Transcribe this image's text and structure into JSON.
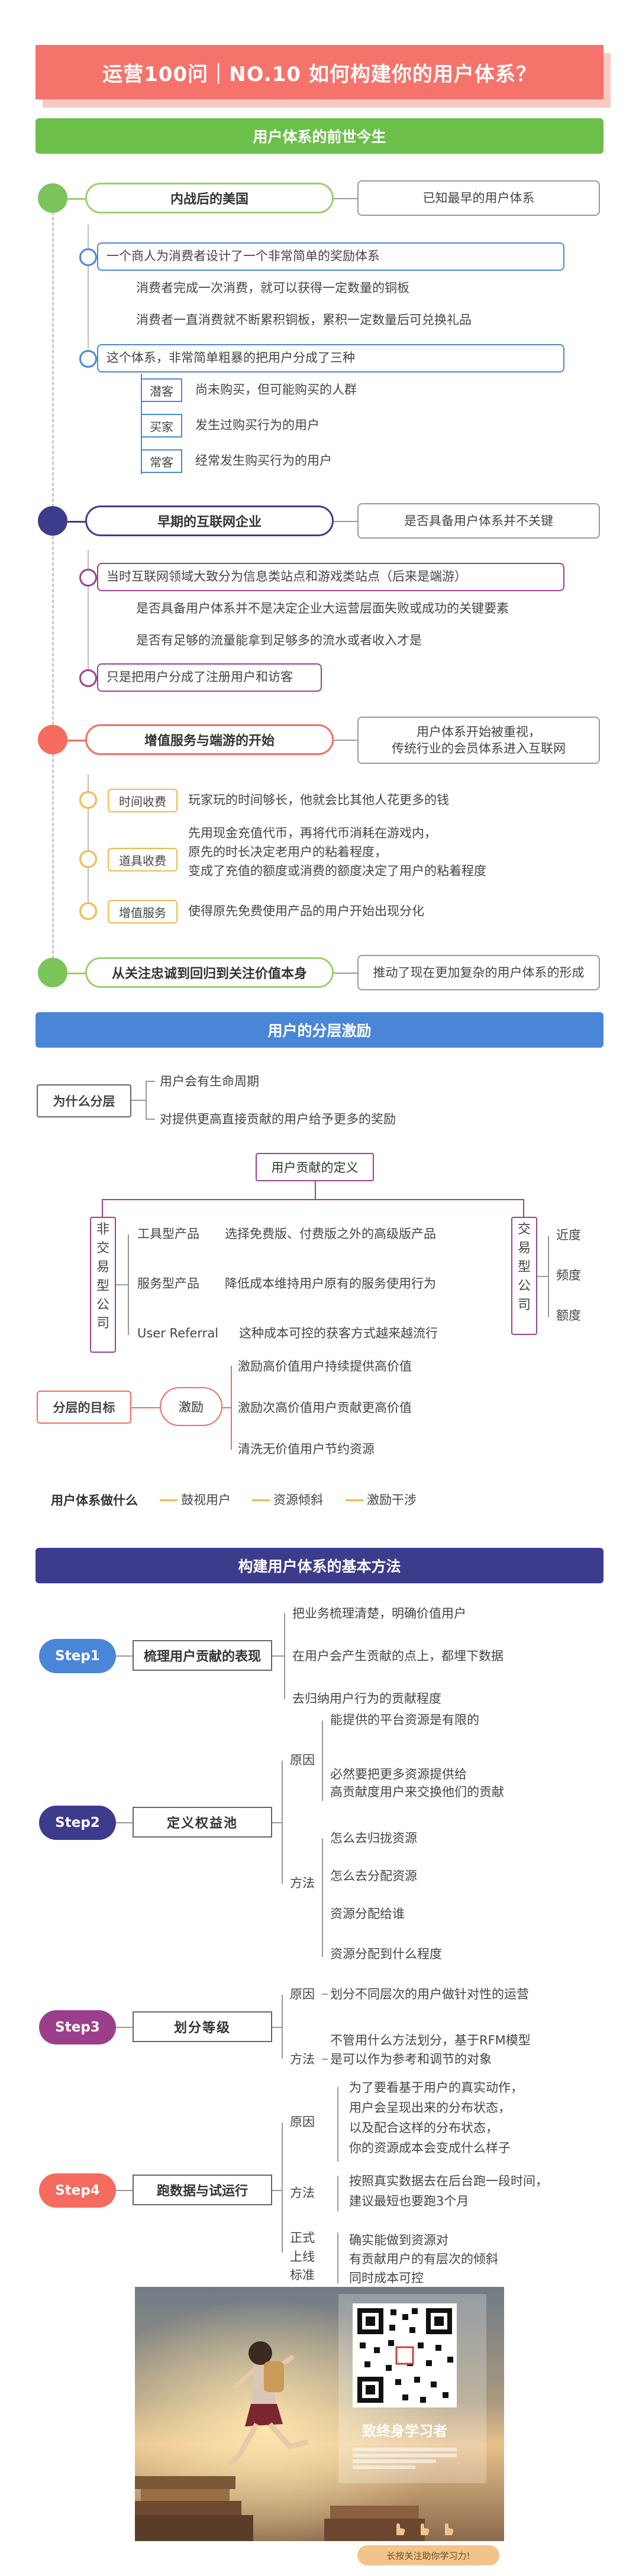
{
  "title": "运营100问｜NO.10  如何构建你的用户体系？",
  "section1": {
    "bar": "用户体系的前世今生",
    "bar_color": "#6dbf4b",
    "era1": {
      "label": "内战后的美国",
      "note": "已知最早的用户体系",
      "color": "#7bc45a"
    },
    "era1_items": [
      "一个商人为消费者设计了一个非常简单的奖励体系",
      "消费者完成一次消费，就可以获得一定数量的铜板",
      "消费者一直消费就不断累积铜板，累积一定数量后可兑换礼品",
      "这个体系，非常简单粗暴的把用户分成了三种"
    ],
    "era1_types": [
      {
        "tag": "潜客",
        "desc": "尚未购买，但可能购买的人群"
      },
      {
        "tag": "买家",
        "desc": "发生过购买行为的用户"
      },
      {
        "tag": "常客",
        "desc": "经常发生购买行为的用户"
      }
    ],
    "era2": {
      "label": "早期的互联网企业",
      "note": "是否具备用户体系并不关键",
      "color": "#3d3b8c"
    },
    "era2_items": [
      "当时互联网领域大致分为信息类站点和游戏类站点（后来是端游）",
      "是否具备用户体系并不是决定企业大运营层面失败或成功的关键要素",
      "是否有足够的流量能拿到足够多的流水或者收入才是",
      "只是把用户分成了注册用户和访客"
    ],
    "era3": {
      "label": "增值服务与端游的开始",
      "note_line1": "用户体系开始被重视，",
      "note_line2": "传统行业的会员体系进入互联网",
      "color": "#f56b5e"
    },
    "era3_items": [
      {
        "tag": "时间收费",
        "lines": [
          "玩家玩的时间够长，他就会比其他人花更多的钱"
        ]
      },
      {
        "tag": "道具收费",
        "lines": [
          "先用现金充值代币，再将代币消耗在游戏内，",
          "原先的时长决定老用户的粘着程度，",
          "变成了充值的额度或消费的额度决定了用户的粘着程度"
        ]
      },
      {
        "tag": "增值服务",
        "lines": [
          "使得原先免费使用产品的用户开始出现分化"
        ]
      }
    ],
    "era4": {
      "label": "从关注忠诚到回归到关注价值本身",
      "note": "推动了现在更加复杂的用户体系的形成",
      "color": "#7bc45a"
    }
  },
  "section2": {
    "bar": "用户的分层激励",
    "bar_color": "#4a86d8",
    "why": {
      "label": "为什么分层",
      "items": [
        "用户会有生命周期",
        "对提供更高直接贡献的用户给予更多的奖励"
      ]
    },
    "contribution": "用户贡献的定义",
    "non_trade": "非交易型公司",
    "non_trade_items": [
      {
        "tag": "工具型产品",
        "desc": "选择免费版、付费版之外的高级版产品"
      },
      {
        "tag": "服务型产品",
        "desc": "降低成本维持用户原有的服务使用行为"
      },
      {
        "tag": "User Referral",
        "desc": "这种成本可控的获客方式越来越流行"
      }
    ],
    "trade": "交易型公司",
    "trade_items": [
      "近度",
      "频度",
      "额度"
    ],
    "goal": {
      "label": "分层的目标",
      "center": "激励",
      "items": [
        "激励高价值用户持续提供高价值",
        "激励次高价值用户贡献更高价值",
        "清洗无价值用户节约资源"
      ]
    },
    "todo": {
      "label": "用户体系做什么",
      "items": [
        "鼓视用户",
        "资源倾斜",
        "激励干涉"
      ]
    }
  },
  "section3": {
    "bar": "构建用户体系的基本方法",
    "bar_color": "#3d3b8c",
    "steps": [
      {
        "step": "Step1",
        "title": "梳理用户贡献的表现",
        "color": "#4a86d8",
        "items": [
          "把业务梳理清楚，明确价值用户",
          "在用户会产生贡献的点上，都埋下数据",
          "去归纳用户行为的贡献程度"
        ]
      },
      {
        "step": "Step2",
        "title": "定义权益池",
        "color": "#3d3b8c",
        "reason_label": "原因",
        "reason": [
          "能提供的平台资源是有限的",
          "必然要把更多资源提供给",
          "高贡献度用户来交换他们的贡献"
        ],
        "method_label": "方法",
        "method": [
          "怎么去归拢资源",
          "怎么去分配资源",
          "资源分配给谁",
          "资源分配到什么程度"
        ]
      },
      {
        "step": "Step3",
        "title": "划分等级",
        "color": "#9b3f8c",
        "reason_label": "原因",
        "reason": [
          "划分不同层次的用户做针对性的运营"
        ],
        "method_label": "方法",
        "method": [
          "不管用什么方法划分，基于RFM模型",
          "是可以作为参考和调节的对象"
        ]
      },
      {
        "step": "Step4",
        "title": "跑数据与试运行",
        "color": "#f56b5e",
        "reason_label": "原因",
        "reason": [
          "为了要看基于用户的真实动作，",
          "用户会呈现出来的分布状态，",
          "以及配合这样的分布状态，",
          "你的资源成本会变成什么样子"
        ],
        "method_label": "方法",
        "method": [
          "按照真实数据去在后台跑一段时间，",
          "建议最短也要跑3个月"
        ],
        "launch_label": "正式上线标准",
        "launch": [
          "确实能做到资源对",
          "有贡献用户的有层次的倾斜",
          "同时成本可控"
        ]
      }
    ]
  },
  "promo": {
    "brand": "致终身学习者",
    "footer": "长按关注助你学习力!"
  }
}
